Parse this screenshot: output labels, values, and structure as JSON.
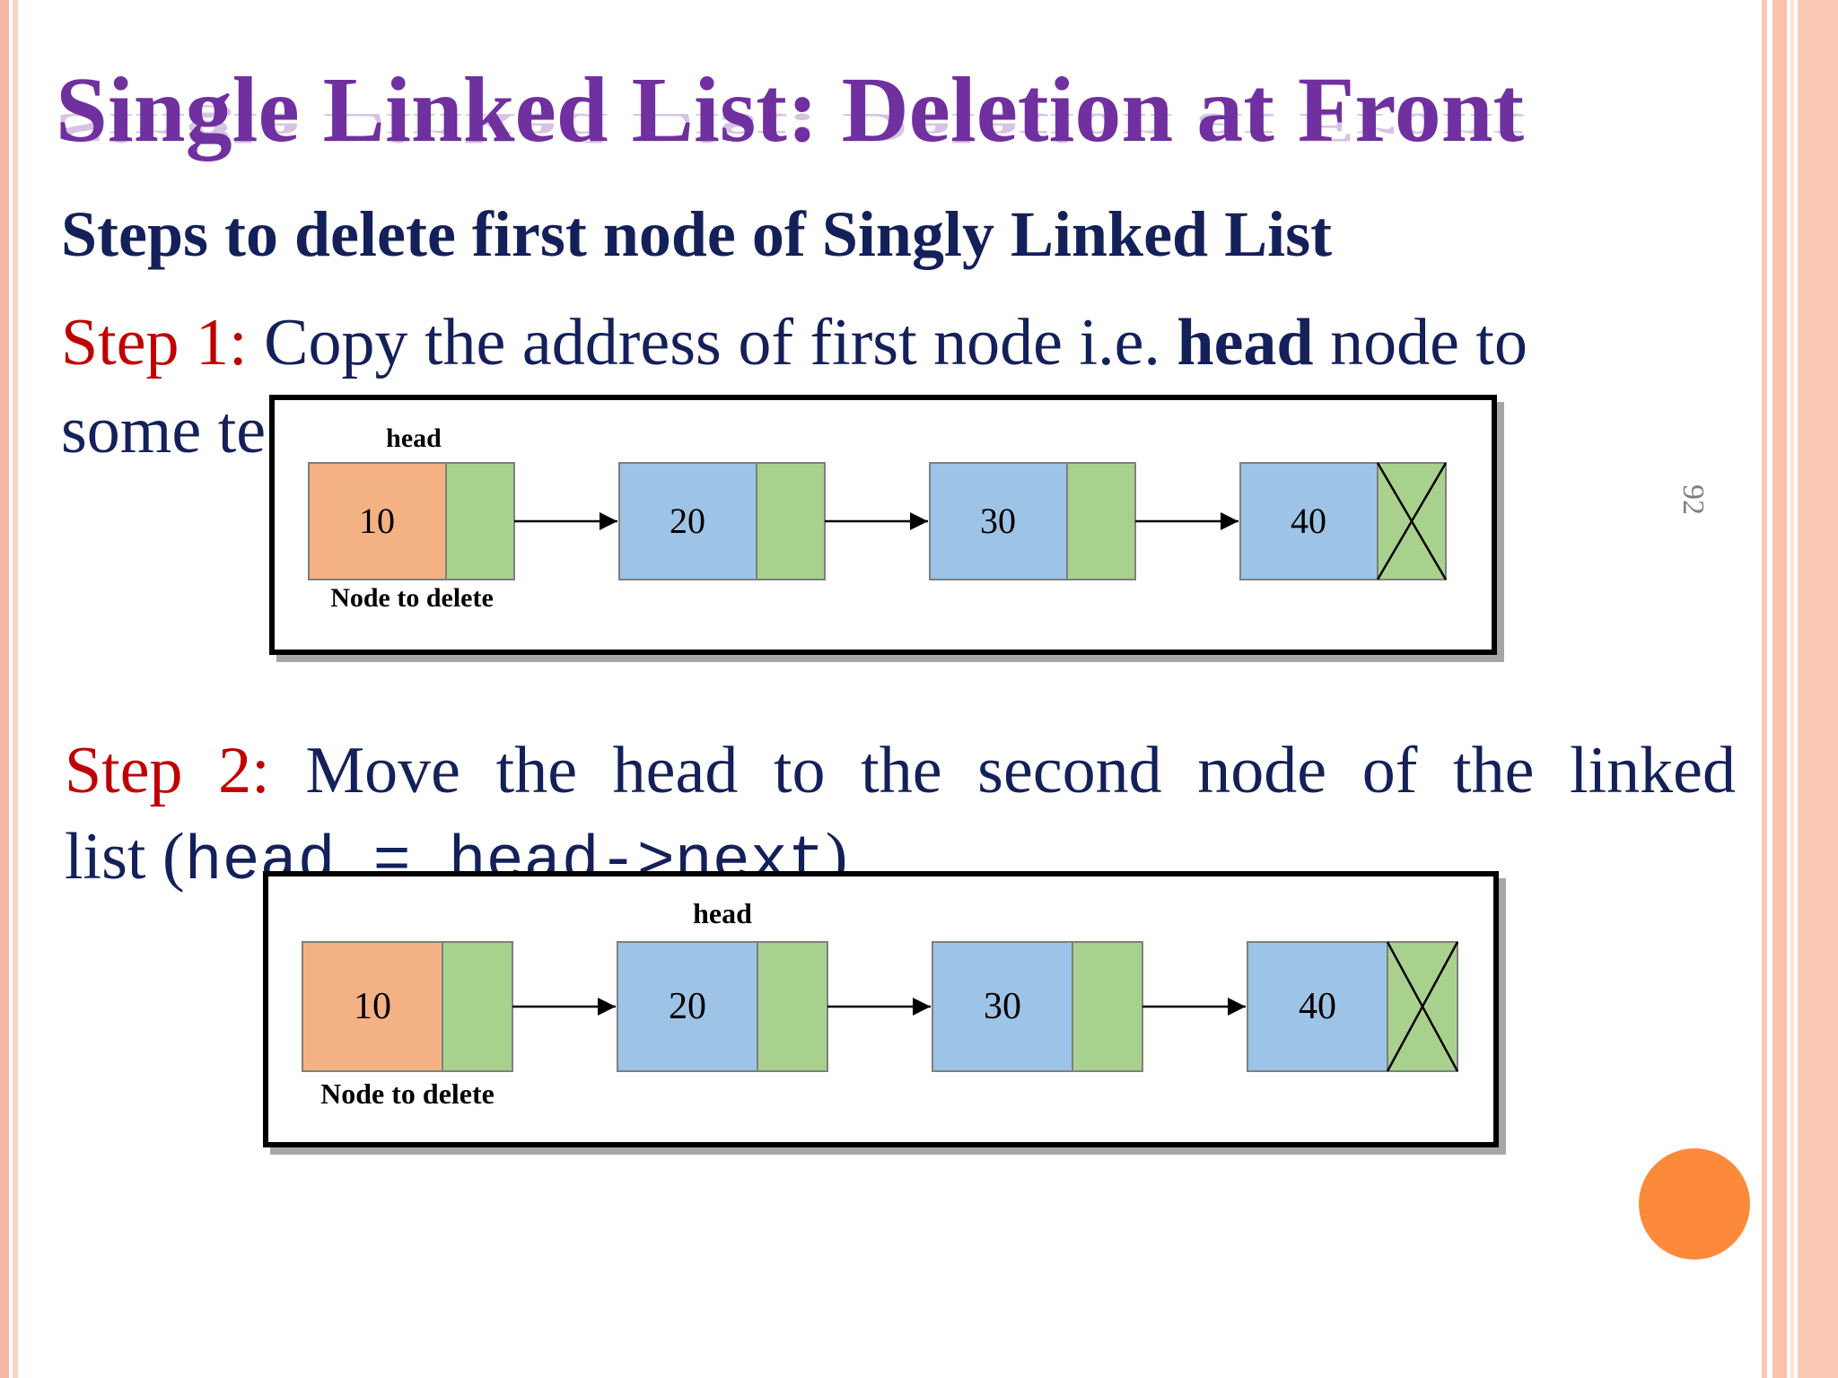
{
  "slide": {
    "title": "Single Linked List: Deletion at Front",
    "subtitle": "Steps to delete first node of Singly Linked List",
    "page_number": "92"
  },
  "step1": {
    "label": "Step 1:",
    "text_a": " Copy the address of first node i.e. ",
    "text_bold": "head",
    "text_b": " node to",
    "line2": "some te"
  },
  "step2": {
    "label": "Step 2:",
    "text": " Move the head to the second node of the linked",
    "line2_a": "list (",
    "code": "head = head->next",
    "line2_b": ")"
  },
  "diagram1": {
    "head_label": "head",
    "delete_label": "Node to delete",
    "nodes": [
      "10",
      "20",
      "30",
      "40"
    ]
  },
  "diagram2": {
    "head_label": "head",
    "delete_label": "Node to delete",
    "nodes": [
      "10",
      "20",
      "30",
      "40"
    ]
  },
  "colors": {
    "title": "#7030a0",
    "body_text": "#14205a",
    "step_label": "#c00000",
    "node_to_delete": "#f4b183",
    "node_data": "#9dc3e6",
    "node_next": "#a9d18e",
    "accent_circle": "#fd8a3a"
  }
}
